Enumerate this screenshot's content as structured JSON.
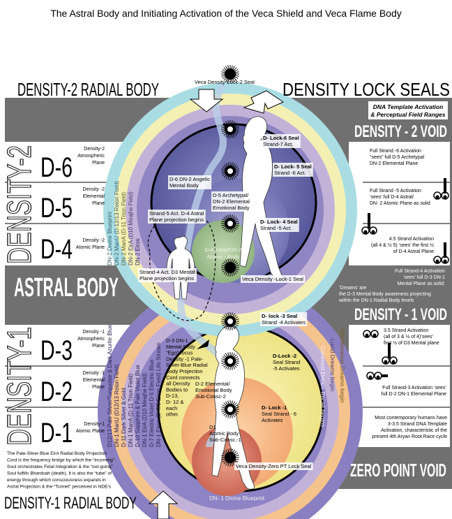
{
  "title": "The Astral Body and Initiating Activation of the Veca Shield and Veca Flame Body",
  "headings": {
    "density2_radial": "DENSITY-2 RADIAL BODY",
    "density_lock_seals": "DENSITY LOCK SEALS",
    "astral_body": "ASTRAL BODY",
    "density1_radial": "DENSITY-1 RADIAL BODY",
    "density2_void": "DENSITY - 2 VOID",
    "density1_void": "DENSITY - 1 VOID",
    "zero_point_void": "ZERO POINT VOID",
    "dna_box_line1": "DNA Template Activation",
    "dna_box_line2": "& Perceptual Field Ranges",
    "density2_vertical": "DENSITY-2",
    "density1_vertical": "DENSITY-1"
  },
  "left_rows": [
    {
      "label": "D-6",
      "plane": [
        "Density-2",
        "Atmospheric",
        "Plane"
      ]
    },
    {
      "label": "D-5",
      "plane": [
        "Density -2",
        "Elemental",
        "Plane"
      ]
    },
    {
      "label": "D-4",
      "plane": [
        "Density -2",
        "Atomic Plane"
      ]
    },
    {
      "label": "D-3",
      "plane": [
        "Density -1",
        "Atmospheric",
        "Plane"
      ]
    },
    {
      "label": "D-2",
      "plane": [
        "Density -1",
        "Elemental",
        "Plane"
      ]
    },
    {
      "label": "D-1",
      "plane": [
        "Density-1",
        "Atomic Plane"
      ]
    }
  ],
  "bottom_note": [
    "The Pale-Silver-Blue EirA Radial Body Projection",
    "Cord is the frequency bridge by which the “incoming”",
    "Soul orchestrates Fetal Integration & the “out-going”",
    "Soul fulfills Bhardoah (death). It is also the “tube” of",
    "energy through which consciousness expands in",
    "Astral Projection & the “Tunnel” perceived in NDE's"
  ],
  "right_notes": {
    "strand6": [
      "Full Strand -6 Activation",
      "“sees” full D-5 Archetypal",
      "DN-2  Elemental Plane"
    ],
    "strand5": [
      "Full Strand -5 Activation",
      "‘sees’ full D-4 Astral/",
      "DN- 2 Atomic Plane as solid"
    ],
    "strand45": [
      "4.5  Strand Activation",
      "(all 4 & ½ 5)  ‘sees’  the first ½",
      "of D-4 Astral Plane"
    ],
    "strand4": [
      "Full Strand-4 Activation",
      "‘sees’ full D-3 DN-1",
      "Mental Plane as solid:"
    ],
    "dreams": [
      "‘Dreams’ are",
      "the D-3 Mental Body awareness projecting",
      "within the  DN-1 Radial Body levels"
    ],
    "strand35": [
      "3.5 Strand Activation",
      "(all of 3 & ½ of 4)‘sees’",
      "first ½  of D3 Mental plane"
    ],
    "strand3": [
      "Full Strand-3 Activation ‘sees’",
      "full D-2 DN-1 Elemental Plane"
    ],
    "contemporary": [
      "Most contemporary humans have",
      "3-3.5 Strand DNA Template",
      "Activation, characteristic of the",
      "present 4th Aryan Root Race cycle"
    ]
  },
  "upper_rings": {
    "r1": "DN-2 Divine Blueprint   DN-2 ManU (D-12/13 Reion Field)",
    "r2": "DN-2 ManA (D-11 Trion Field)",
    "r3": "DN-2 EirA (D10 Meajhe Field)",
    "r4": "DN 2 Eiros"
  },
  "lower_rings": {
    "r1": "D12/13 Pale Silver/Turquoise & Dark Azurite Blue  DN-1 ManU (D12/13 Reion Field)",
    "r2": "D-11 Dark Silver & Gold   DN-1 ManA (D-11 Trion Field)",
    "r3": "D-10 Sapphire & Pale Violet Blue   DN-1 EirA (D10 Meajhe Field)",
    "r4": "D-7 Electric Violet D-5 Electric Blue  DN-1 Eiros (D-7/5 Eiron Field) Life Stream",
    "blueprint": "DN- 1 Divine Blueprint",
    "dream1": "Simultaneous Dreams begin",
    "dream2": "Lucid Dreams begin",
    "dream3": "Coherent Dream Recall begins"
  },
  "seals": {
    "top": "Veca Density-Lock-2 Seal",
    "lock6": [
      "D- Lock-6  Seal",
      "Strand-7  Act."
    ],
    "lock5": [
      "D- Lock- 5 Seal",
      "Strand -6 Act."
    ],
    "lock4": [
      "D- Lock- 4  Seal",
      "Strand -5 Act."
    ],
    "lock1seal": "Veca Density -Lock-1 Seal",
    "lock3": [
      "D- lock -3  Seal",
      "Strand -4 Activates"
    ],
    "lock2": [
      "D-Lock -2",
      "Seal Strand",
      "-5 Activates"
    ],
    "lockm1": [
      "D- Lock -1",
      "Seal Strand - 6",
      "Activates"
    ],
    "zero": "Veca Density-Zero PT Lock Seal"
  },
  "bodies": {
    "d6": [
      "D-6  DN-2 Angelic",
      "Mental Body"
    ],
    "d5": [
      "D-5 Archetypal/",
      "DN-2 Elemental",
      "Emotional Body"
    ],
    "d4": [
      "D-4 Astral/DN-2",
      "Atomic - Body"
    ],
    "strand5proj": [
      "Strand-5 Act.  D-4 Astral",
      "Plane projection begins"
    ],
    "strand4proj": [
      "Strand-4 Act.  D3 Mental",
      "Plane projection begins"
    ],
    "d3": [
      "D-3 DN-1",
      "Mental Body",
      "“Ego” focus",
      "Density -1 Pale-",
      "Silver-Blue Radial",
      "Body Projection",
      "Cord connects",
      "all Density",
      "Bodies to",
      "D-13,",
      "D- 12 &",
      "each",
      "other."
    ],
    "d2": [
      "D-2 Elemental/",
      "Emotional Body",
      "Sub-Consc-2"
    ],
    "d1": [
      "D1",
      "Atomic Body",
      "Sub-Consc.-1"
    ]
  },
  "colors": {
    "gray": "#717070",
    "cyan": "#a9dde3",
    "yellow": "#f4f0b4",
    "lavender": "#c2b1d6",
    "purple": "#7f70b3",
    "orange": "#f6c48c",
    "green": "#a7c593",
    "red": "#d9806a"
  }
}
